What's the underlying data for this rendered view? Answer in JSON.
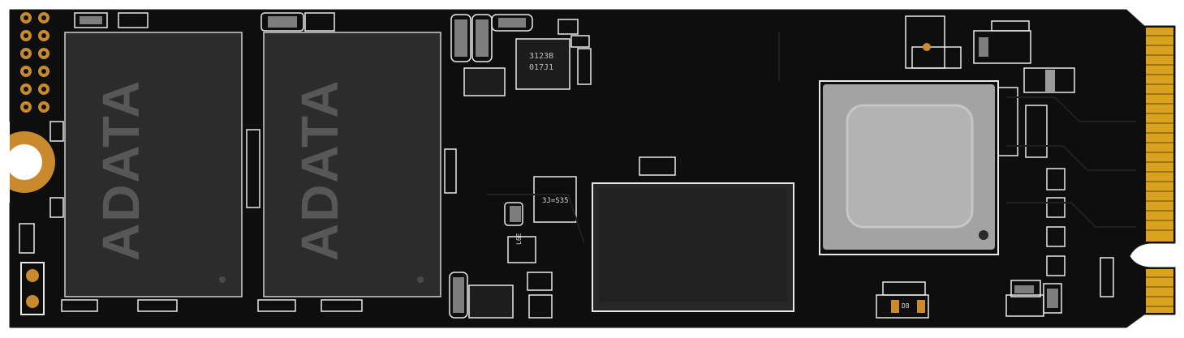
{
  "product": {
    "dram_brand_left": "ADATA",
    "dram_brand_right": "ADATA",
    "pmic_marking_line1": "3123B",
    "pmic_marking_line2": "017J1",
    "regulator_marking": "3J=S35",
    "small_ic_marking": "L6E",
    "tiny_marking": "D8"
  },
  "colors": {
    "pcb": "#0d0d0d",
    "chip": "#2c2c2c",
    "controller": "#a3a3a3",
    "gold": "#d9a21f",
    "copper": "#c98a2e",
    "silkscreen": "#e8e8e8"
  }
}
